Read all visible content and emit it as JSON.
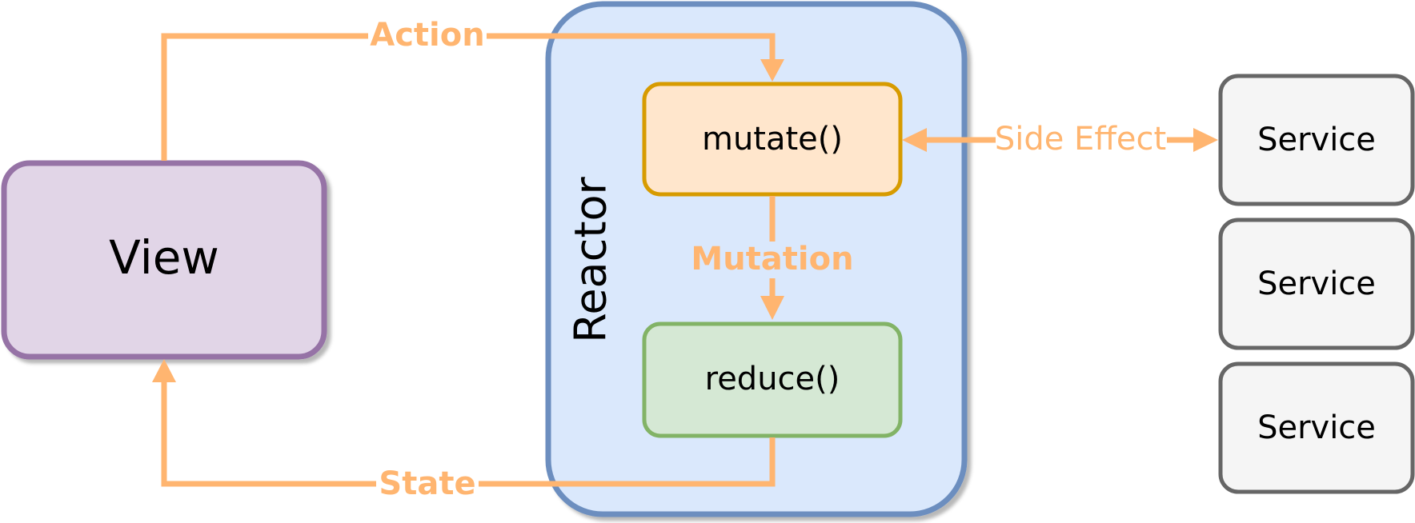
{
  "nodes": {
    "view": {
      "label": "View"
    },
    "reactor": {
      "label": "Reactor"
    },
    "mutate": {
      "label": "mutate()"
    },
    "reduce": {
      "label": "reduce()"
    },
    "services": [
      {
        "label": "Service"
      },
      {
        "label": "Service"
      },
      {
        "label": "Service"
      }
    ]
  },
  "edges": {
    "action": {
      "label": "Action"
    },
    "state": {
      "label": "State"
    },
    "mutation": {
      "label": "Mutation"
    },
    "side_effect": {
      "label": "Side Effect"
    }
  },
  "colors": {
    "arrow": "#ffb570",
    "view_fill": "#e1d5e7",
    "view_stroke": "#9673a6",
    "reactor_fill": "#dae8fc",
    "reactor_stroke": "#6c8ebf",
    "mutate_fill": "#ffe6cc",
    "mutate_stroke": "#d79b00",
    "reduce_fill": "#d5e8d4",
    "reduce_stroke": "#82b366",
    "service_fill": "#f5f5f5",
    "service_stroke": "#666666"
  }
}
